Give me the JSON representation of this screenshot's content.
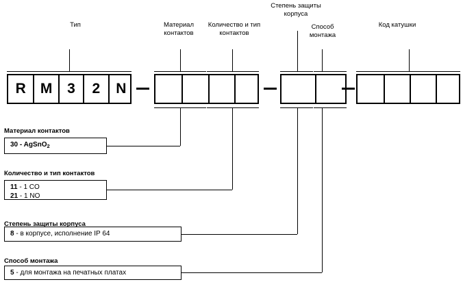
{
  "diagram": {
    "title_labels": [
      {
        "text": "Тип",
        "name": "label-type"
      },
      {
        "text": "Материал\nконтактов",
        "name": "label-contact-material"
      },
      {
        "text": "Количество и тип\nконтактов",
        "name": "label-contact-count-type"
      },
      {
        "text": "Степень защиты\nкорпуса",
        "name": "label-protection-degree"
      },
      {
        "text": "Способ\nмонтажа",
        "name": "label-mounting-method"
      },
      {
        "text": "Код катушки",
        "name": "label-coil-code"
      }
    ],
    "code_groups": [
      {
        "name": "type-code",
        "cells": [
          "R",
          "M",
          "3",
          "2",
          "N"
        ]
      },
      {
        "name": "contacts-code",
        "cells": [
          "",
          "",
          "",
          ""
        ]
      },
      {
        "name": "protection-mounting-code",
        "cells": [
          "",
          ""
        ]
      },
      {
        "name": "coil-code",
        "cells": [
          "",
          "",
          "",
          ""
        ]
      }
    ],
    "separator": "—",
    "legends": [
      {
        "name": "legend-contact-material",
        "title": "Материал контактов",
        "rows": [
          {
            "code": "30 - AgSnO",
            "sub": "2",
            "rest": ""
          }
        ]
      },
      {
        "name": "legend-contact-count-type",
        "title": "Количество и тип контактов",
        "rows": [
          {
            "code": "11",
            "rest": " - 1 CO"
          },
          {
            "code": "21",
            "rest": " - 1 NO"
          }
        ]
      },
      {
        "name": "legend-protection-degree",
        "title": "Степень защиты корпуса",
        "rows": [
          {
            "code": "8",
            "rest": " - в корпусе, исполнение IP 64"
          }
        ]
      },
      {
        "name": "legend-mounting-method",
        "title": "Способ монтажа",
        "rows": [
          {
            "code": "5",
            "rest": " - для монтажа на печатных платах"
          }
        ]
      }
    ]
  }
}
